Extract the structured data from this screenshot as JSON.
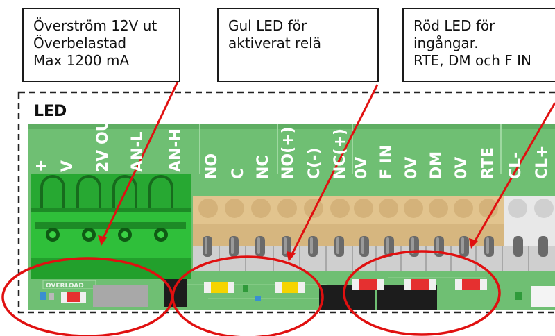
{
  "callouts": {
    "overload": [
      "Överström 12V ut",
      "Överbelastad",
      "Max 1200 mA"
    ],
    "yellow": [
      "Gul LED för",
      "aktiverat relä"
    ],
    "red": [
      "Röd LED för",
      "ingångar.",
      "RTE, DM och F IN"
    ]
  },
  "board": {
    "title": "LED",
    "overload_label": "OVERLOAD",
    "terminals": [
      "+",
      "V",
      "2V OU",
      "AN-L",
      "AN-H",
      "NO",
      "C",
      "NC",
      "NO(+)",
      "C(-)",
      "NC(+)",
      "0V",
      "F IN",
      "0V",
      "DM",
      "0V",
      "RTE",
      "CL-",
      "CL+"
    ]
  },
  "colors": {
    "pcb": "#6fbf73",
    "connector_green": "#2fbf3a",
    "connector_beige": "#e2c48e",
    "connector_grey": "#d8d8d8",
    "annotation_red": "#e01010",
    "led_yellow": "#f5d400",
    "led_red": "#e53030"
  }
}
